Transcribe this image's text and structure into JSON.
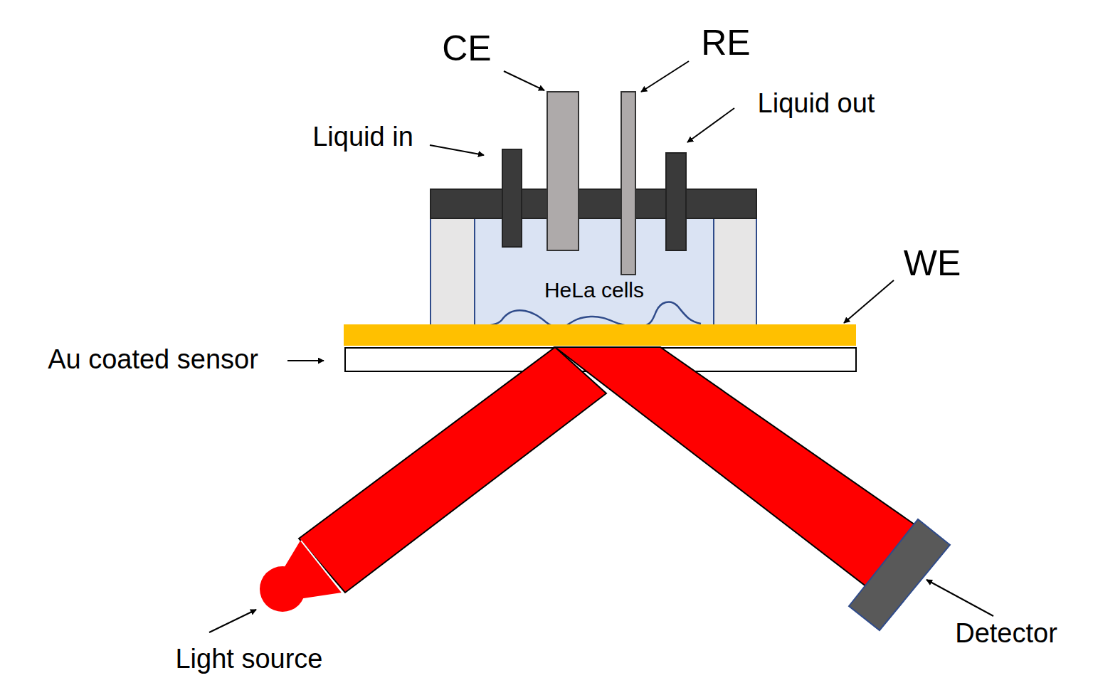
{
  "diagram": {
    "nodes": [
      {
        "text": [
          "HeLa cells"
        ]
      }
    ],
    "labels": [
      "CE",
      "RE",
      "Liquid in",
      "Liquid out",
      "WE",
      "Au coated sensor",
      "Light source",
      "Detector"
    ]
  }
}
